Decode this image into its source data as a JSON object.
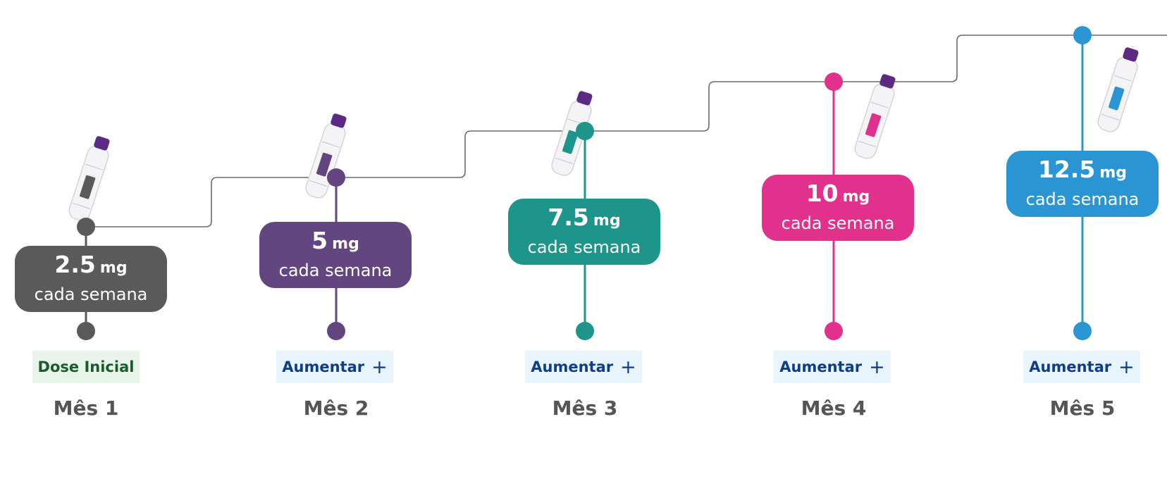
{
  "colors": {
    "path_line": "#6b6b6b",
    "tag_start_bg": "#e8f4ea",
    "tag_start_text": "#1a5c2c",
    "tag_increase_bg": "#e9f5fd",
    "tag_increase_text": "#0f3d88",
    "month_text": "#555555"
  },
  "steps": [
    {
      "dose": "2.5",
      "unit": "mg",
      "frequency": "cada semana",
      "tag": "Dose Inicial",
      "month": "Mês 1",
      "color": "#5a5a5a",
      "icon": "injection-pen-icon"
    },
    {
      "dose": "5",
      "unit": "mg",
      "frequency": "cada semana",
      "tag": "Aumentar",
      "month": "Mês 2",
      "color": "#634580",
      "icon": "injection-pen-icon"
    },
    {
      "dose": "7.5",
      "unit": "mg",
      "frequency": "cada semana",
      "tag": "Aumentar",
      "month": "Mês 3",
      "color": "#1e958a",
      "icon": "injection-pen-icon"
    },
    {
      "dose": "10",
      "unit": "mg",
      "frequency": "cada semana",
      "tag": "Aumentar",
      "month": "Mês 4",
      "color": "#e2318c",
      "icon": "injection-pen-icon"
    },
    {
      "dose": "12.5",
      "unit": "mg",
      "frequency": "cada semana",
      "tag": "Aumentar",
      "month": "Mês 5",
      "color": "#2996d3",
      "icon": "injection-pen-icon"
    }
  ]
}
